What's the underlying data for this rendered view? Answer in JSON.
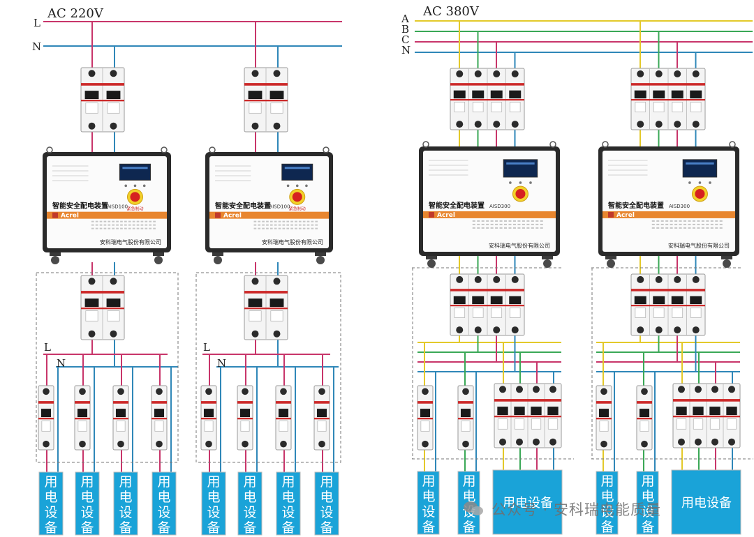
{
  "left_system": {
    "supply_label": "AC 220V",
    "bus_lines": [
      {
        "id": "L",
        "label": "L",
        "color": "#c8356a"
      },
      {
        "id": "N",
        "label": "N",
        "color": "#2f87b8"
      }
    ],
    "sub_bus_labels": {
      "L": "L",
      "N": "N"
    },
    "units": [
      {
        "device_title": "智能安全配电装置",
        "device_model": "AISD100",
        "brand": "Acrel",
        "company": "安科瑞电气股份有限公司",
        "estop_caption": "紧急制动",
        "loads": [
          "用电设备",
          "用电设备",
          "用电设备",
          "用电设备"
        ]
      },
      {
        "device_title": "智能安全配电装置",
        "device_model": "AISD100",
        "brand": "Acrel",
        "company": "安科瑞电气股份有限公司",
        "estop_caption": "紧急制动",
        "loads": [
          "用电设备",
          "用电设备",
          "用电设备",
          "用电设备"
        ]
      }
    ]
  },
  "right_system": {
    "supply_label": "AC 380V",
    "bus_lines": [
      {
        "id": "A",
        "label": "A",
        "color": "#e3c92a"
      },
      {
        "id": "B",
        "label": "B",
        "color": "#3aa856"
      },
      {
        "id": "C",
        "label": "C",
        "color": "#c8356a"
      },
      {
        "id": "N",
        "label": "N",
        "color": "#2f87b8"
      }
    ],
    "units": [
      {
        "device_title": "智能安全配电装置",
        "device_model": "AISD300",
        "brand": "Acrel",
        "company": "安科瑞电气股份有限公司",
        "loads": [
          "用电设备",
          "用电设备"
        ],
        "three_phase_load": "用电设备"
      },
      {
        "device_title": "智能安全配电装置",
        "device_model": "AISD300",
        "brand": "Acrel",
        "company": "安科瑞电气股份有限公司",
        "loads": [
          "用电设备",
          "用电设备"
        ],
        "three_phase_load": "用电设备"
      }
    ]
  },
  "colors": {
    "line_L": "#c8356a",
    "line_N": "#2f87b8",
    "phase_A": "#e3c92a",
    "phase_B": "#3aa856",
    "phase_C": "#c8356a",
    "accent_orange": "#e8862f",
    "load_box": "#1aa3d8"
  },
  "watermark": "公众号 · 安科瑞电能质量"
}
